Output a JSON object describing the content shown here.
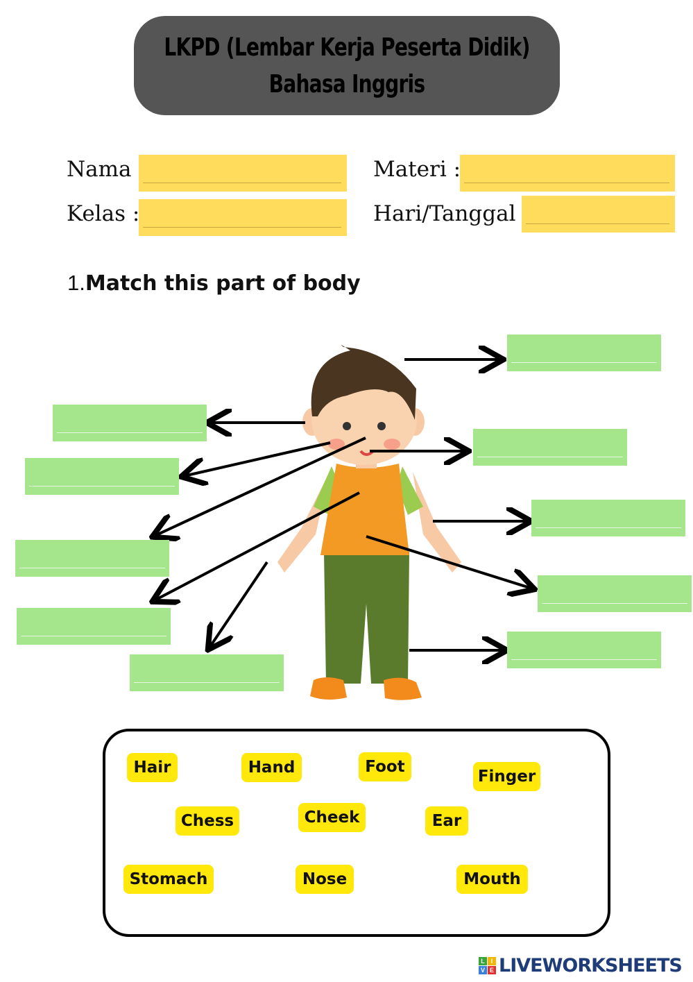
{
  "header": {
    "line1": "LKPD (Lembar Kerja Peserta Didik)",
    "line2": "Bahasa Inggris"
  },
  "form": {
    "nama": "Nama :",
    "kelas": "Kelas  :",
    "materi": "Materi  :",
    "hari": "Hari/Tanggal  :"
  },
  "question": {
    "number": "1.",
    "text": "Match this part of body"
  },
  "word_bank": [
    "Hair",
    "Hand",
    "Foot",
    "Finger",
    "Chess",
    "Cheek",
    "Ear",
    "Stomach",
    "Nose",
    "Mouth"
  ],
  "logo": {
    "letters": [
      "L",
      "I",
      "V",
      "E"
    ],
    "text": "LIVEWORKSHEETS"
  },
  "colors": {
    "title_bg": "#555555",
    "field": "#ffdc5b",
    "answer_box": "#a5e68d",
    "chip": "#ffe80a",
    "logo": "#1d3c78"
  }
}
